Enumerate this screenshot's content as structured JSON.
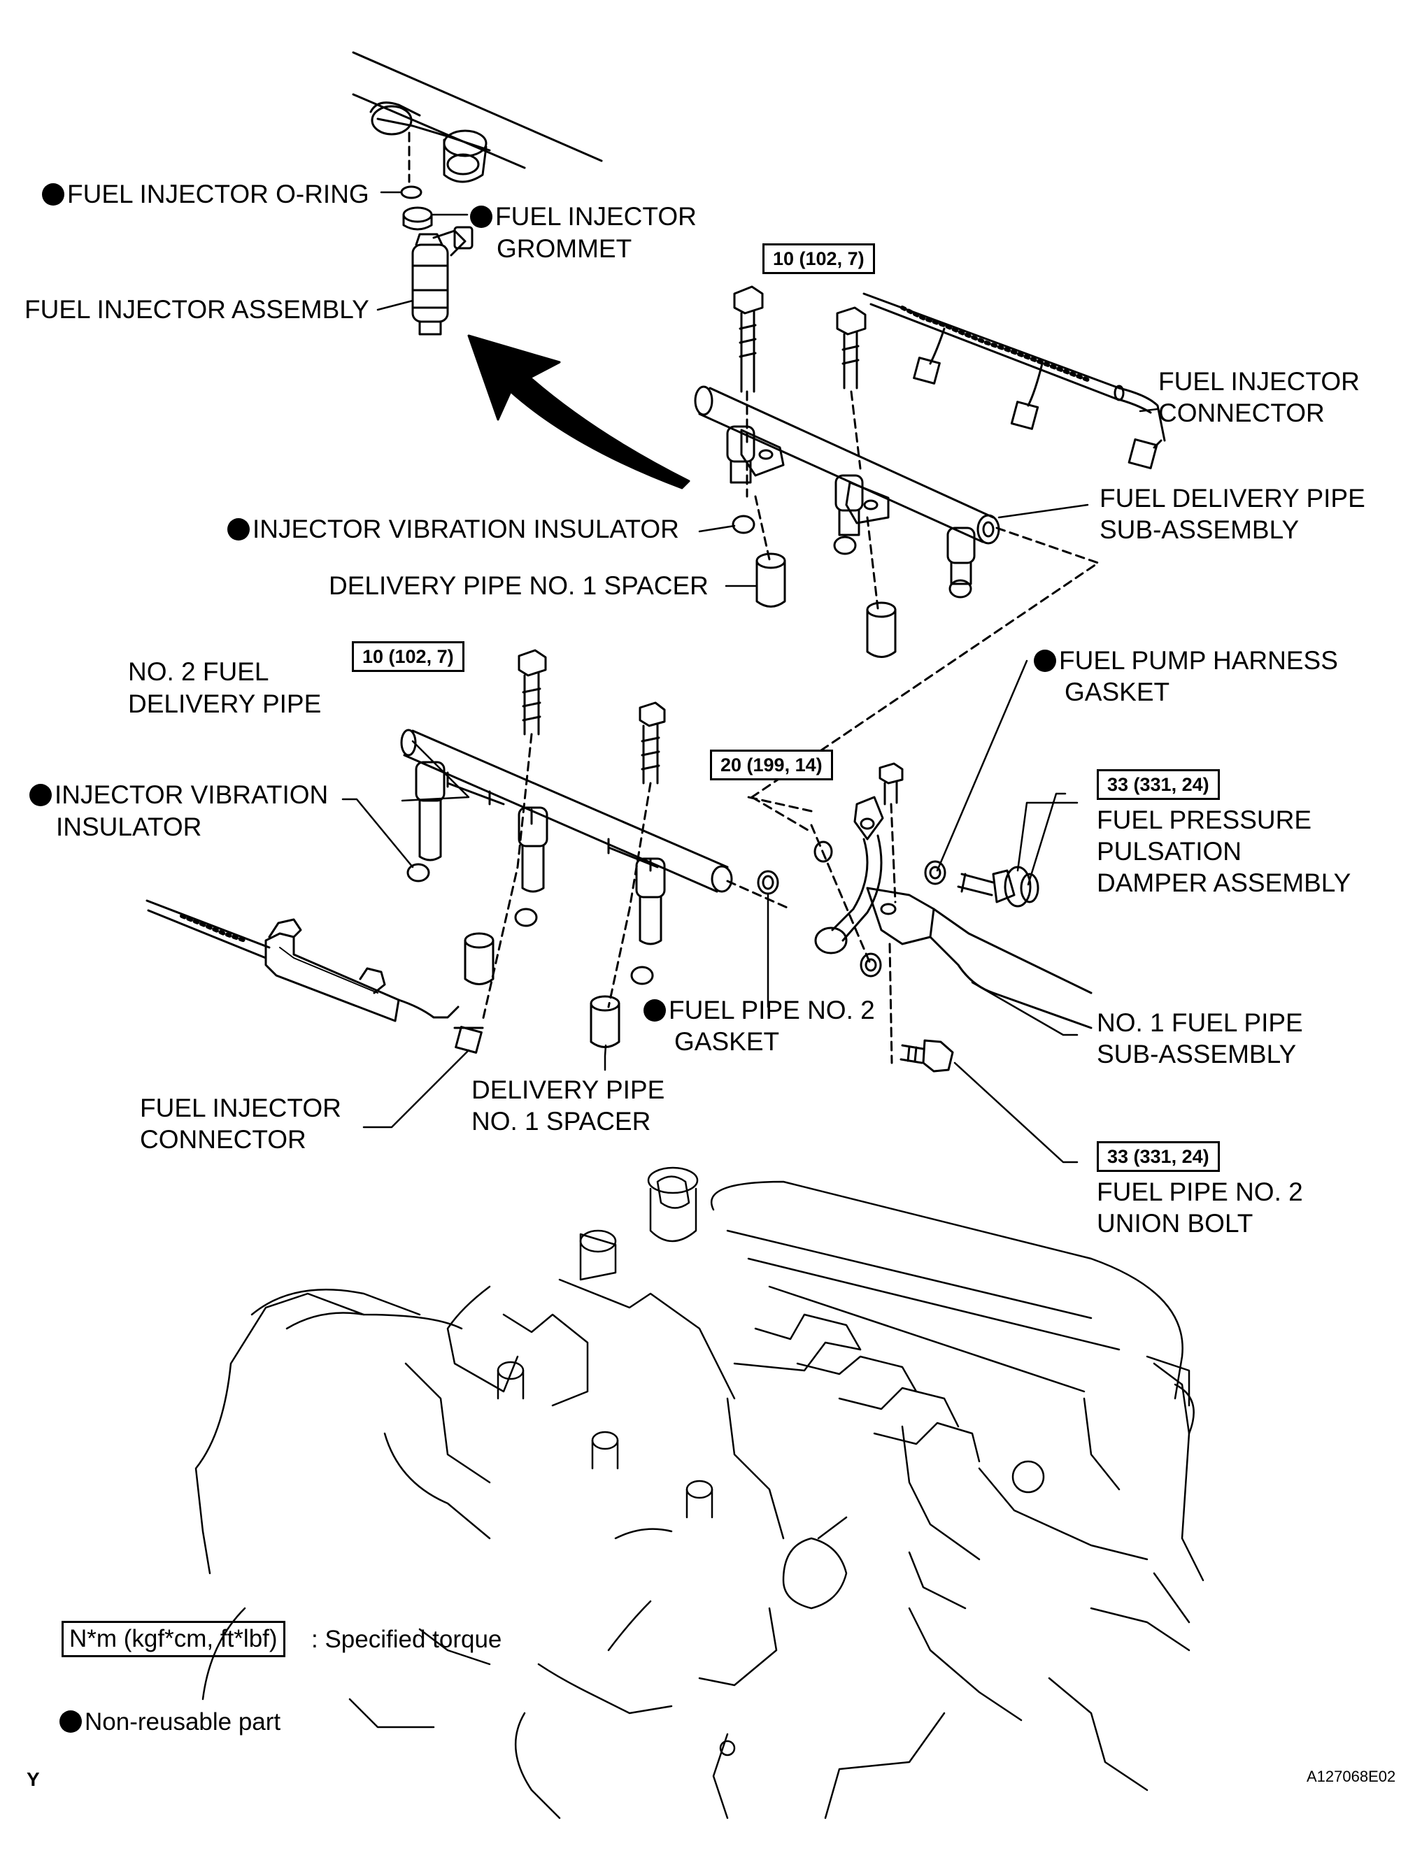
{
  "labels": {
    "o_ring": "FUEL INJECTOR O-RING",
    "grommet_1": "FUEL INJECTOR",
    "grommet_2": "GROMMET",
    "injector_assembly": "FUEL INJECTOR ASSEMBLY",
    "connector_top_1": "FUEL INJECTOR",
    "connector_top_2": "CONNECTOR",
    "delivery_pipe_1": "FUEL DELIVERY PIPE",
    "delivery_pipe_2": "SUB-ASSEMBLY",
    "vib_insulator_top": "INJECTOR VIBRATION INSULATOR",
    "spacer_top": "DELIVERY PIPE NO. 1 SPACER",
    "no2_pipe_1": "NO. 2 FUEL",
    "no2_pipe_2": "DELIVERY PIPE",
    "harness_gasket_1": "FUEL PUMP HARNESS",
    "harness_gasket_2": "GASKET",
    "vib_insulator_2_1": "INJECTOR VIBRATION",
    "vib_insulator_2_2": "INSULATOR",
    "damper_1": "FUEL PRESSURE",
    "damper_2": "PULSATION",
    "damper_3": "DAMPER ASSEMBLY",
    "pipe_gasket_1": "FUEL PIPE NO. 2",
    "pipe_gasket_2": "GASKET",
    "no1_pipe_1": "NO. 1 FUEL PIPE",
    "no1_pipe_2": "SUB-ASSEMBLY",
    "connector_bottom_1": "FUEL INJECTOR",
    "connector_bottom_2": "CONNECTOR",
    "spacer_bottom_1": "DELIVERY PIPE",
    "spacer_bottom_2": "NO. 1 SPACER",
    "union_bolt_1": "FUEL PIPE NO. 2",
    "union_bolt_2": "UNION BOLT"
  },
  "torques": {
    "top_bolt": "10 (102, 7)",
    "no2_bolt": "10 (102, 7)",
    "bracket_bolt": "20 (199, 14)",
    "damper": "33 (331, 24)",
    "union_bolt": "33 (331, 24)"
  },
  "legend": {
    "torque_unit": "N*m (kgf*cm, ft*lbf)",
    "torque_desc": ": Specified torque",
    "non_reusable": "Non-reusable part"
  },
  "footer": {
    "corner": "Y",
    "figure_id": "A127068E02"
  }
}
